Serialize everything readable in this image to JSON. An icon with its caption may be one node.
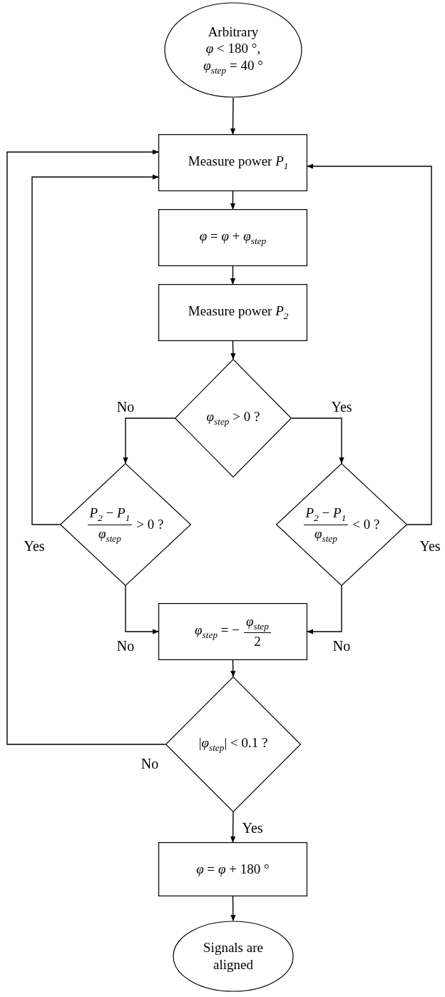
{
  "diagram": {
    "nodes": [
      {
        "text": [
          "Arbitrary",
          "*φ* < 180 °,",
          "*φ*$_{step}$ = 40 °"
        ]
      },
      {
        "text": [
          "Measure power *P*$_{1}$"
        ]
      },
      {
        "text": [
          "*φ* = *φ* + *φ*$_{step}$"
        ]
      },
      {
        "text": [
          "Measure power *P*$_{2}$"
        ]
      },
      {
        "text": [
          "*φ*$_{step}$ > 0 ?"
        ]
      },
      {
        "text": [
          "*P*$_{2}$ − *P*$_{1}$",
          "*φ*$_{step}$",
          "> 0 ?"
        ]
      },
      {
        "text": [
          "*P*$_{2}$ − *P*$_{1}$",
          "*φ*$_{step}$",
          "< 0 ?"
        ]
      },
      {
        "text": [
          "*φ*$_{step}$ = −",
          "*φ*$_{step}$",
          "2"
        ]
      },
      {
        "text": [
          "|*φ*$_{step}$| < 0.1 ?"
        ]
      },
      {
        "text": [
          "*φ* = *φ* + 180 °"
        ]
      },
      {
        "text": [
          "Signals are aligned"
        ]
      }
    ],
    "edges": [
      {
        "from": 0,
        "to": 1,
        "arrow": "to"
      },
      {
        "from": 1,
        "to": 2,
        "arrow": "to"
      },
      {
        "from": 2,
        "to": 3,
        "arrow": "to"
      },
      {
        "from": 3,
        "to": 4,
        "arrow": "to"
      },
      {
        "from": 4,
        "to": 5,
        "arrow": "to",
        "label": "No"
      },
      {
        "from": 4,
        "to": 6,
        "arrow": "to",
        "label": "Yes"
      },
      {
        "from": 5,
        "to": 1,
        "arrow": "to",
        "label": "Yes"
      },
      {
        "from": 6,
        "to": 1,
        "arrow": "to",
        "label": "Yes"
      },
      {
        "from": 5,
        "to": 7,
        "arrow": "to",
        "label": "No"
      },
      {
        "from": 6,
        "to": 7,
        "arrow": "to",
        "label": "No"
      },
      {
        "from": 7,
        "to": 8,
        "arrow": "to"
      },
      {
        "from": 8,
        "to": 1,
        "arrow": "to",
        "label": "No"
      },
      {
        "from": 8,
        "to": 9,
        "arrow": "to",
        "label": "Yes"
      },
      {
        "from": 9,
        "to": 10,
        "arrow": "to"
      }
    ]
  }
}
